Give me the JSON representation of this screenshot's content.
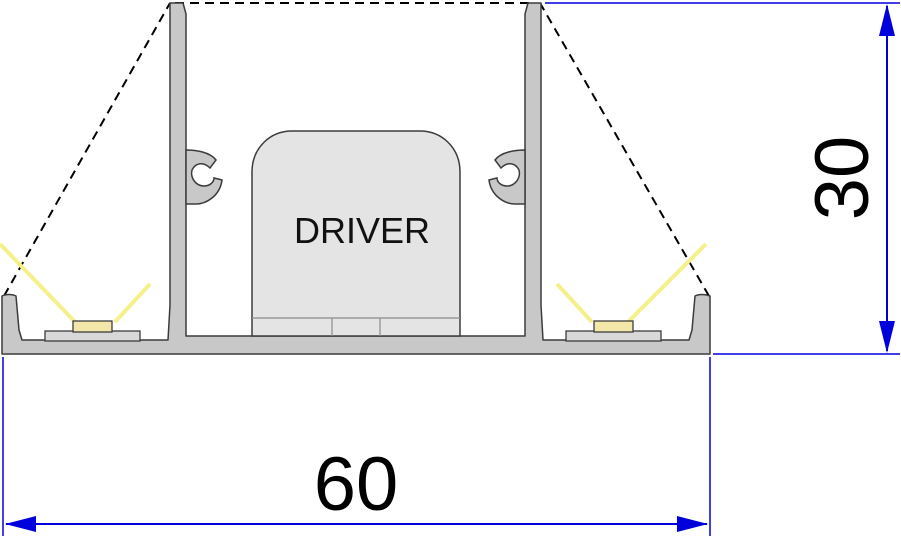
{
  "labels": {
    "driver": "DRIVER",
    "width_dimension": "60",
    "height_dimension": "30"
  },
  "colors": {
    "profile_fill": "#c8c8c8",
    "profile_stroke": "#3c3c3c",
    "driver_fill": "#e4e4e4",
    "dimension_line": "#0000dd",
    "led_light": "#f4f08a",
    "led_chip": "#f2e6a8",
    "pcb_fill": "#d8d8d8",
    "beam_outline": "#000000"
  }
}
